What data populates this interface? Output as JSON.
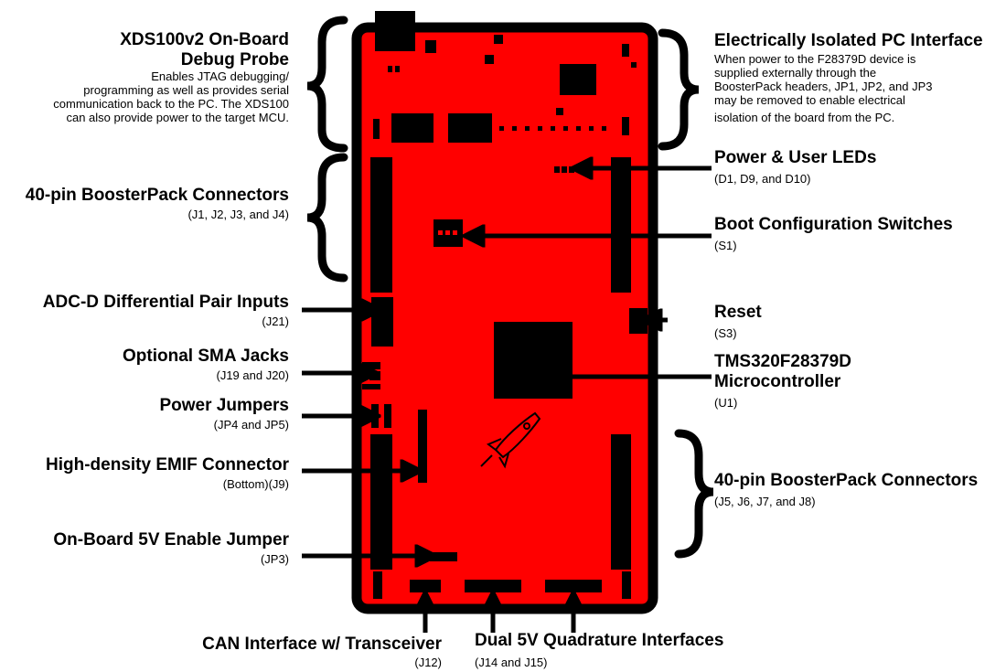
{
  "left": {
    "xds100": {
      "title_line1": "XDS100v2 On-Board",
      "title_line2": "Debug Probe",
      "desc_lines": [
        "Enables JTAG debugging/",
        "programming as well as provides serial",
        "communication back to the PC. The XDS100",
        "can also provide power to the target MCU."
      ]
    },
    "boosterpack_top": {
      "title": "40-pin BoosterPack Connectors",
      "sub": "(J1, J2, J3, and J4)"
    },
    "adc": {
      "title": "ADC-D Differential Pair Inputs",
      "sub": "(J21)"
    },
    "sma": {
      "title": "Optional SMA Jacks",
      "sub": "(J19 and J20)"
    },
    "power_jumpers": {
      "title": "Power Jumpers",
      "sub": "(JP4 and JP5)"
    },
    "emif": {
      "title": "High-density EMIF Connector",
      "sub": "(Bottom)(J9)"
    },
    "onboard5v": {
      "title": "On-Board 5V Enable Jumper",
      "sub": "(JP3)"
    }
  },
  "right": {
    "isolated": {
      "title": "Electrically Isolated PC Interface",
      "desc_lines": [
        "When power to the F28379D device is",
        "supplied externally through the",
        "BoosterPack headers, JP1, JP2, and JP3",
        "may be removed to enable electrical",
        "isolation of the board from the PC."
      ]
    },
    "leds": {
      "title": "Power & User LEDs",
      "sub": "(D1, D9, and D10)"
    },
    "boot": {
      "title": "Boot Configuration Switches",
      "sub": "(S1)"
    },
    "reset": {
      "title": "Reset",
      "sub": "(S3)"
    },
    "mcu": {
      "title_line1": "TMS320F28379D",
      "title_line2": "Microcontroller",
      "sub": "(U1)"
    },
    "boosterpack_bottom": {
      "title": "40-pin BoosterPack Connectors",
      "sub": "(J5, J6, J7, and J8)"
    }
  },
  "bottom": {
    "can": {
      "title": "CAN Interface w/ Transceiver",
      "sub": "(J12)"
    },
    "quadrature": {
      "title": "Dual 5V Quadrature Interfaces",
      "sub": "(J14 and J15)"
    }
  },
  "colors": {
    "board": "#ff0000",
    "outline": "#000000",
    "background": "#ffffff"
  }
}
